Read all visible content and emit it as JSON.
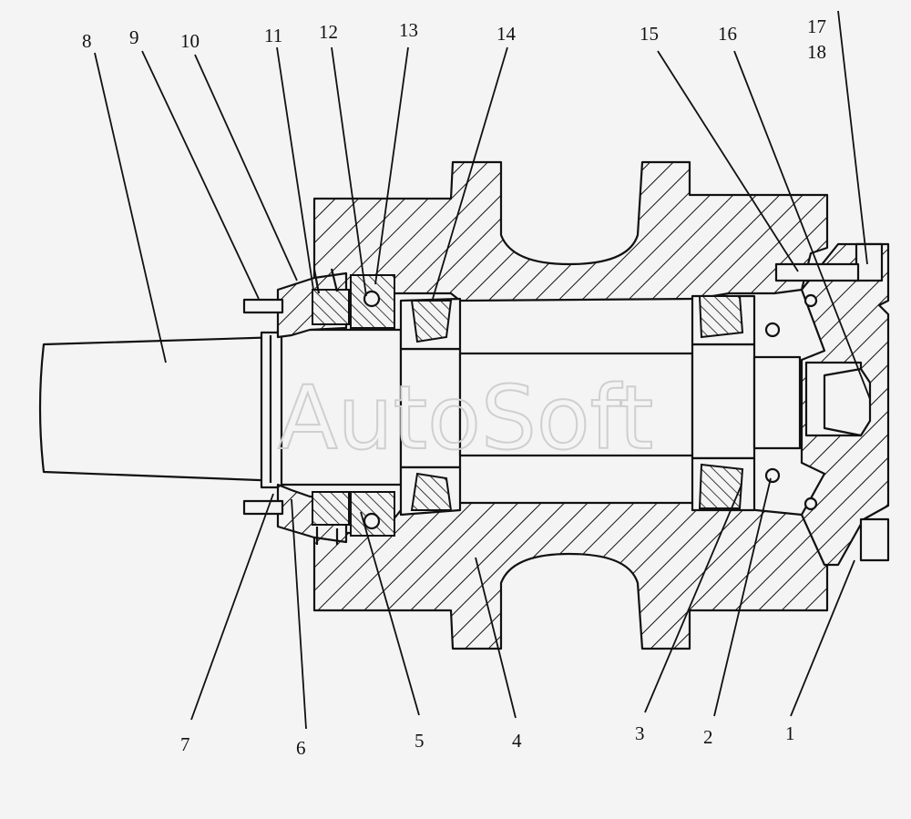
{
  "watermark": "AutoSoft",
  "callouts": {
    "c1": "1",
    "c2": "2",
    "c3": "3",
    "c4": "4",
    "c5": "5",
    "c6": "6",
    "c7": "7",
    "c8": "8",
    "c9": "9",
    "c10": "10",
    "c11": "11",
    "c12": "12",
    "c13": "13",
    "c14": "14",
    "c15": "15",
    "c16": "16",
    "c17": "17",
    "c18": "18"
  },
  "colors": {
    "background": "#f4f4f4",
    "line": "#111111",
    "watermark": "#cfcfcf"
  }
}
